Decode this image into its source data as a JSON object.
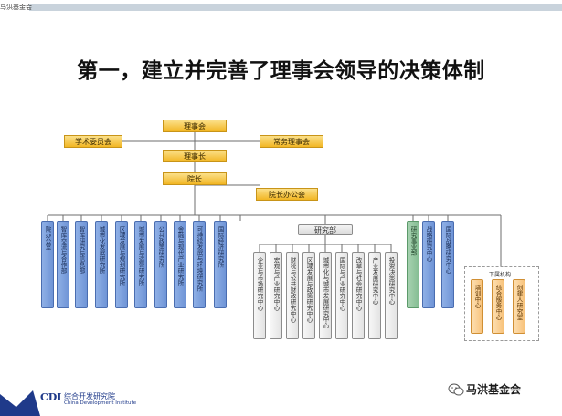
{
  "header": {
    "corner_text": "马洪基金会"
  },
  "title": "第一，建立并完善了理事会领导的决策体制",
  "top_boxes": {
    "council": "理事会",
    "academic_committee": "学术委员会",
    "standing_council": "常务理事会",
    "chair": "理事长",
    "president": "院长",
    "president_office_meeting": "院长办公会"
  },
  "left_columns": [
    "院办公室",
    "智库交流与合作部",
    "智库研究与信息部",
    "城市化发展研究所",
    "区域发展与规划研究所",
    "城市发展与运营研究所",
    "公共政策研究所",
    "金融与现代产业研究所",
    "可持续发展与环境研究所",
    "国际经济研究所"
  ],
  "research_header": "研究部",
  "research_columns": [
    "企业与市场研究中心",
    "宏观与产业研究中心",
    "财税与公共财政研究中心",
    "区域发展与政策研究中心",
    "城市化与城市发展研究中心",
    "国际与产业研究中心",
    "改革与社会研究中心",
    "产业发展研究中心",
    "投资决策研究中心"
  ],
  "right_header": "研究事业部",
  "right_columns": [
    "战略研究中心",
    "国际战略研究中心"
  ],
  "sub_org": {
    "label": "下属机构",
    "columns": [
      "培训中心",
      "综合服务中心",
      "创建人研究室"
    ]
  },
  "footer": {
    "logo_mark": "CDI",
    "logo_cn": "综合开发研究院",
    "logo_en": "China Development Institute"
  },
  "watermark": "马洪基金会"
}
